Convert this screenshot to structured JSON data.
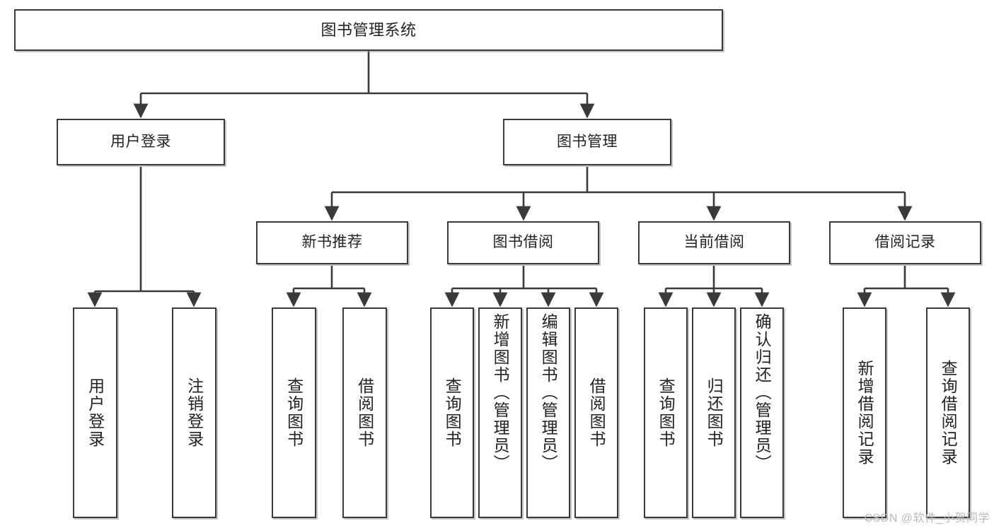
{
  "diagram": {
    "title": "图书管理系统",
    "type": "tree",
    "watermark": "CSDN @软件_小贺同学",
    "colors": {
      "box_border": "#3a3a3a",
      "box_fill": "#ffffff",
      "edge": "#3a3a3a",
      "text": "#222222",
      "watermark": "#b9b9b9",
      "background": "#ffffff"
    },
    "nodes": {
      "root": {
        "label": "图书管理系统"
      },
      "level2": [
        {
          "id": "user-login",
          "label": "用户登录"
        },
        {
          "id": "book-manage",
          "label": "图书管理"
        }
      ],
      "level3": [
        {
          "id": "new-book-recommend",
          "label": "新书推荐"
        },
        {
          "id": "book-borrow",
          "label": "图书借阅"
        },
        {
          "id": "current-borrow",
          "label": "当前借阅"
        },
        {
          "id": "borrow-record",
          "label": "借阅记录"
        }
      ],
      "leaves": {
        "user-login": [
          {
            "id": "leaf-user-login",
            "label": "用户登录"
          },
          {
            "id": "leaf-logout-login",
            "label": "注销登录"
          }
        ],
        "new-book-recommend": [
          {
            "id": "leaf-query-book-1",
            "label": "查询图书"
          },
          {
            "id": "leaf-borrow-book-1",
            "label": "借阅图书"
          }
        ],
        "book-borrow": [
          {
            "id": "leaf-query-book-2",
            "label": "查询图书"
          },
          {
            "id": "leaf-add-book",
            "label": "新增图书（管理员）"
          },
          {
            "id": "leaf-edit-book",
            "label": "编辑图书（管理员）"
          },
          {
            "id": "leaf-borrow-book-2",
            "label": "借阅图书"
          }
        ],
        "current-borrow": [
          {
            "id": "leaf-query-book-3",
            "label": "查询图书"
          },
          {
            "id": "leaf-return-book",
            "label": "归还图书"
          },
          {
            "id": "leaf-confirm-return",
            "label": "确认归还（管理员）"
          }
        ],
        "borrow-record": [
          {
            "id": "leaf-add-record",
            "label": "新增借阅记录"
          },
          {
            "id": "leaf-query-record",
            "label": "查询借阅记录"
          }
        ]
      }
    }
  }
}
